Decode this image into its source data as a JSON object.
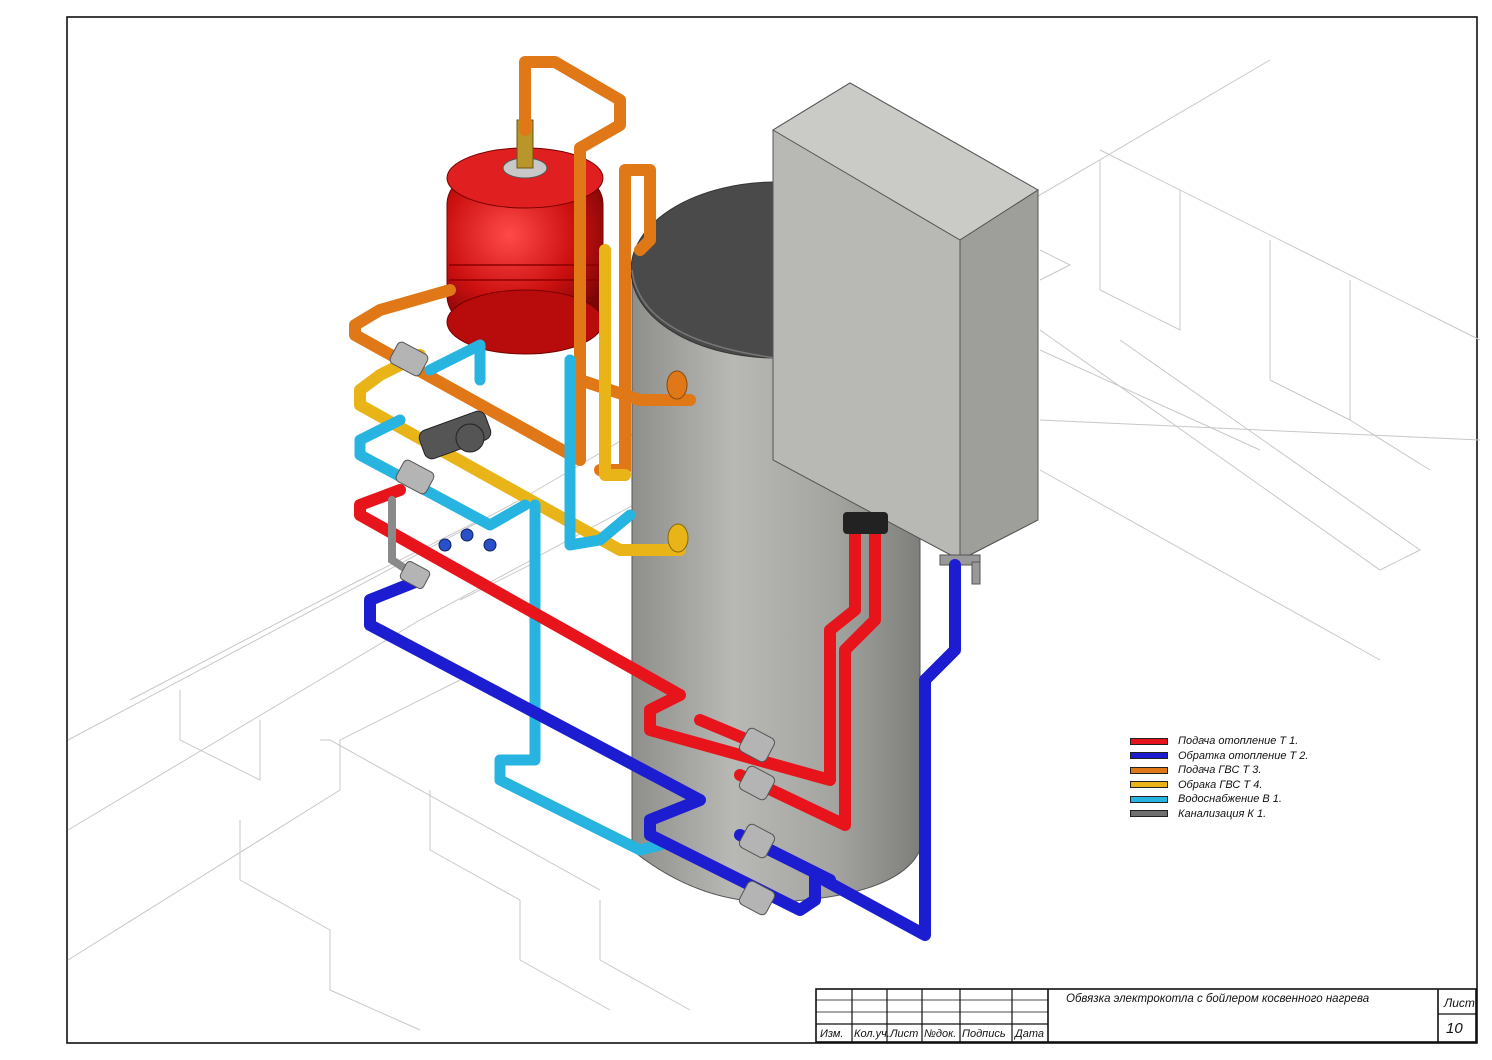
{
  "legend": {
    "items": [
      {
        "label": "Подача отопление Т 1.",
        "color": "#e8141c"
      },
      {
        "label": "Обратка отопление Т 2.",
        "color": "#1c1cd0"
      },
      {
        "label": "Подача ГВС  Т 3.",
        "color": "#e07818"
      },
      {
        "label": "Обрака ГВС  Т 4.",
        "color": "#e8b418"
      },
      {
        "label": "Водоснабжение В 1.",
        "color": "#28b4e0"
      },
      {
        "label": "Канализация К 1.",
        "color": "#707070"
      }
    ]
  },
  "title_block": {
    "doc_title": "Обвязка электрокотла с бойлером косвенного нагрева",
    "sheet_label": "Лист",
    "sheet_number": "10",
    "columns": [
      "Изм.",
      "Кол.уч.",
      "Лист",
      "№док.",
      "Подпись",
      "Дата"
    ]
  },
  "colors": {
    "supply_heating": "#e8141c",
    "return_heating": "#1c1cd0",
    "supply_dhw": "#e07818",
    "return_dhw": "#e8b418",
    "water": "#28b4e0",
    "sewer": "#707070",
    "tank": "#a8a8a4",
    "boiler": "#b4b4b0",
    "expansion_vessel": "#cc1010"
  }
}
